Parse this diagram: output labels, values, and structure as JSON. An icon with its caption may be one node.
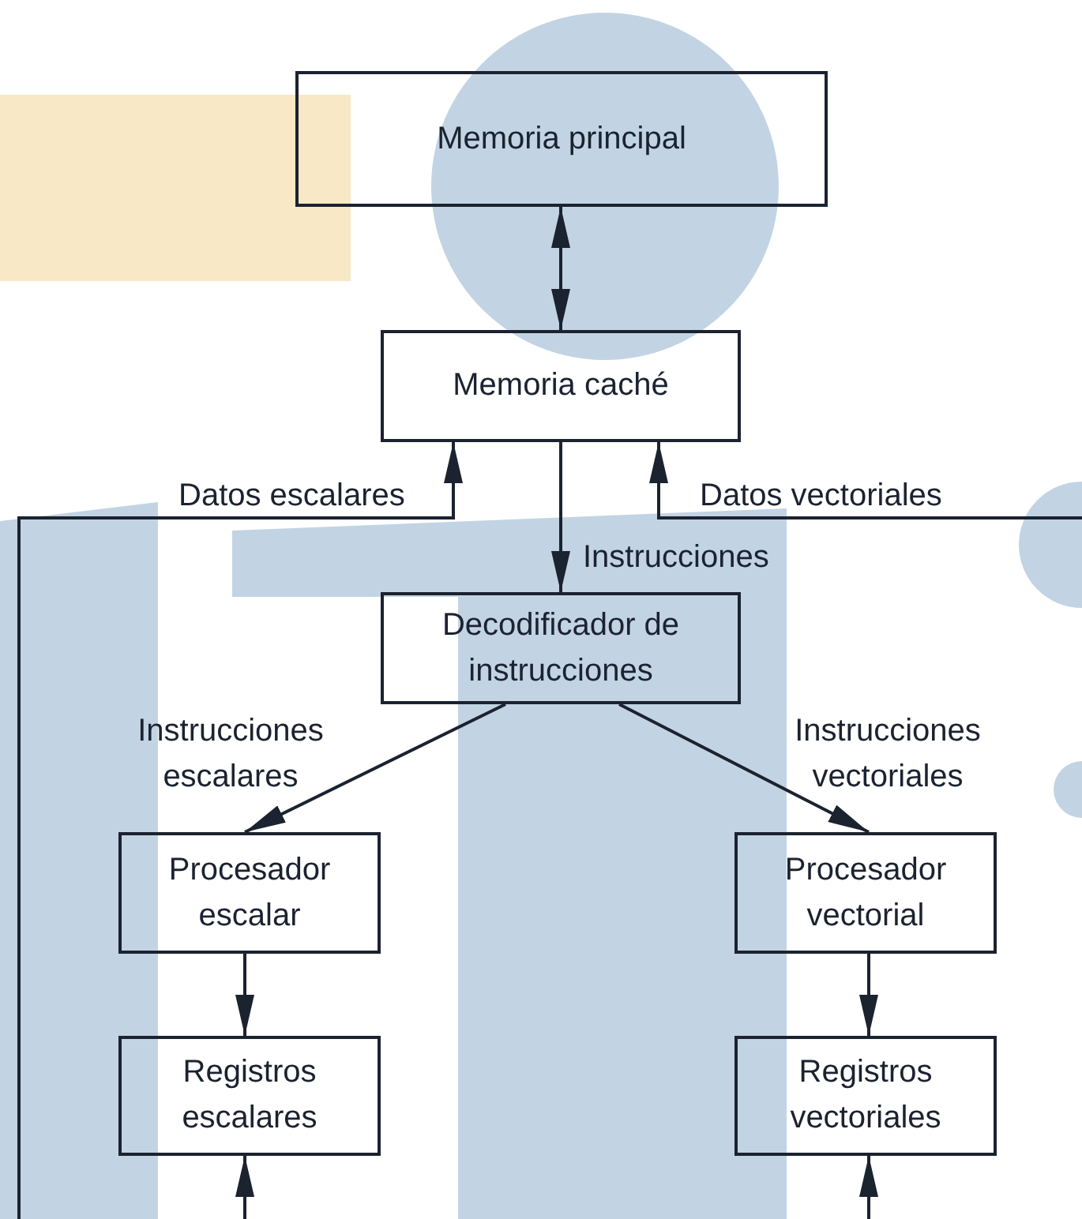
{
  "diagram": {
    "nodes": [
      {
        "text": [
          "Memoria principal"
        ]
      },
      {
        "text": [
          "Memoria caché"
        ]
      },
      {
        "text": [
          "Decodificador de instrucciones"
        ]
      },
      {
        "text": [
          "Procesador escalar"
        ]
      },
      {
        "text": [
          "Procesador vectorial"
        ]
      },
      {
        "text": [
          "Registros escalares"
        ]
      },
      {
        "text": [
          "Registros vectoriales"
        ]
      }
    ],
    "edges": [
      {
        "from": 0,
        "to": 1,
        "arrow": "both"
      },
      {
        "from": null,
        "to": 1,
        "arrow": "to",
        "label": "Datos escalares"
      },
      {
        "from": null,
        "to": 1,
        "arrow": "to",
        "label": "Datos vectoriales"
      },
      {
        "from": 1,
        "to": 2,
        "arrow": "to",
        "label": "Instrucciones"
      },
      {
        "from": 2,
        "to": 3,
        "arrow": "to",
        "label": "Instrucciones escalares"
      },
      {
        "from": 2,
        "to": 4,
        "arrow": "to",
        "label": "Instrucciones vectoriales"
      },
      {
        "from": 3,
        "to": 5,
        "arrow": "to"
      },
      {
        "from": 4,
        "to": 6,
        "arrow": "to"
      },
      {
        "from": null,
        "to": 5,
        "arrow": "to"
      },
      {
        "from": null,
        "to": 6,
        "arrow": "to"
      }
    ]
  }
}
